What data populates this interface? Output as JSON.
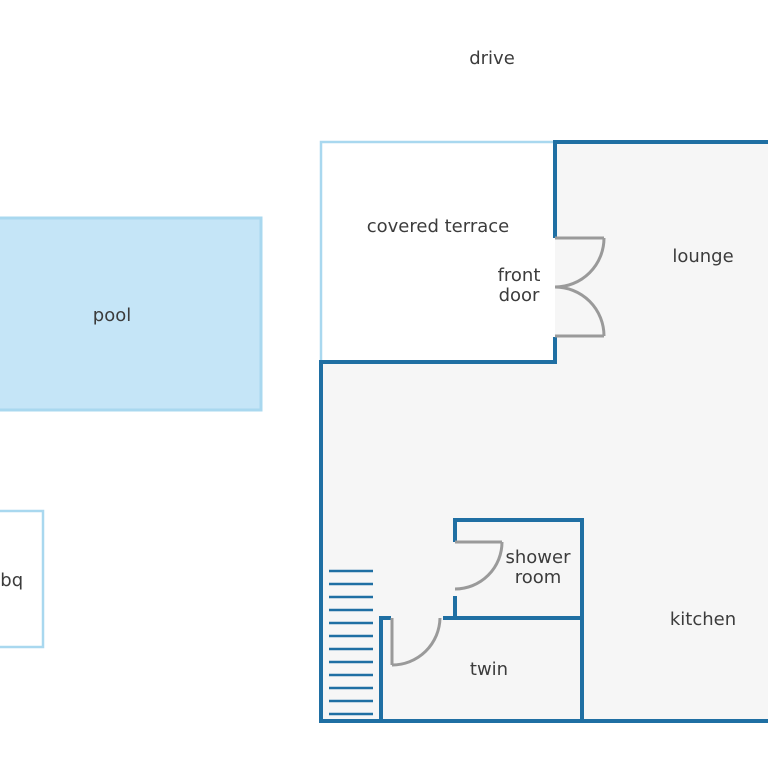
{
  "labels": {
    "drive": "drive",
    "covered_terrace": "covered terrace",
    "front_door_line1": "front",
    "front_door_line2": "door",
    "lounge": "lounge",
    "pool": "pool",
    "bbq": "bbq",
    "shower_room_line1": "shower",
    "shower_room_line2": "room",
    "kitchen": "kitchen",
    "twin": "twin"
  },
  "colors": {
    "wall": "#1f6fa3",
    "outdoor_outline": "#a9d8ef",
    "pool_fill": "#c5e5f7",
    "floor_fill": "#f6f6f6",
    "door": "#9a9a9a",
    "label": "#3c3c3c"
  }
}
